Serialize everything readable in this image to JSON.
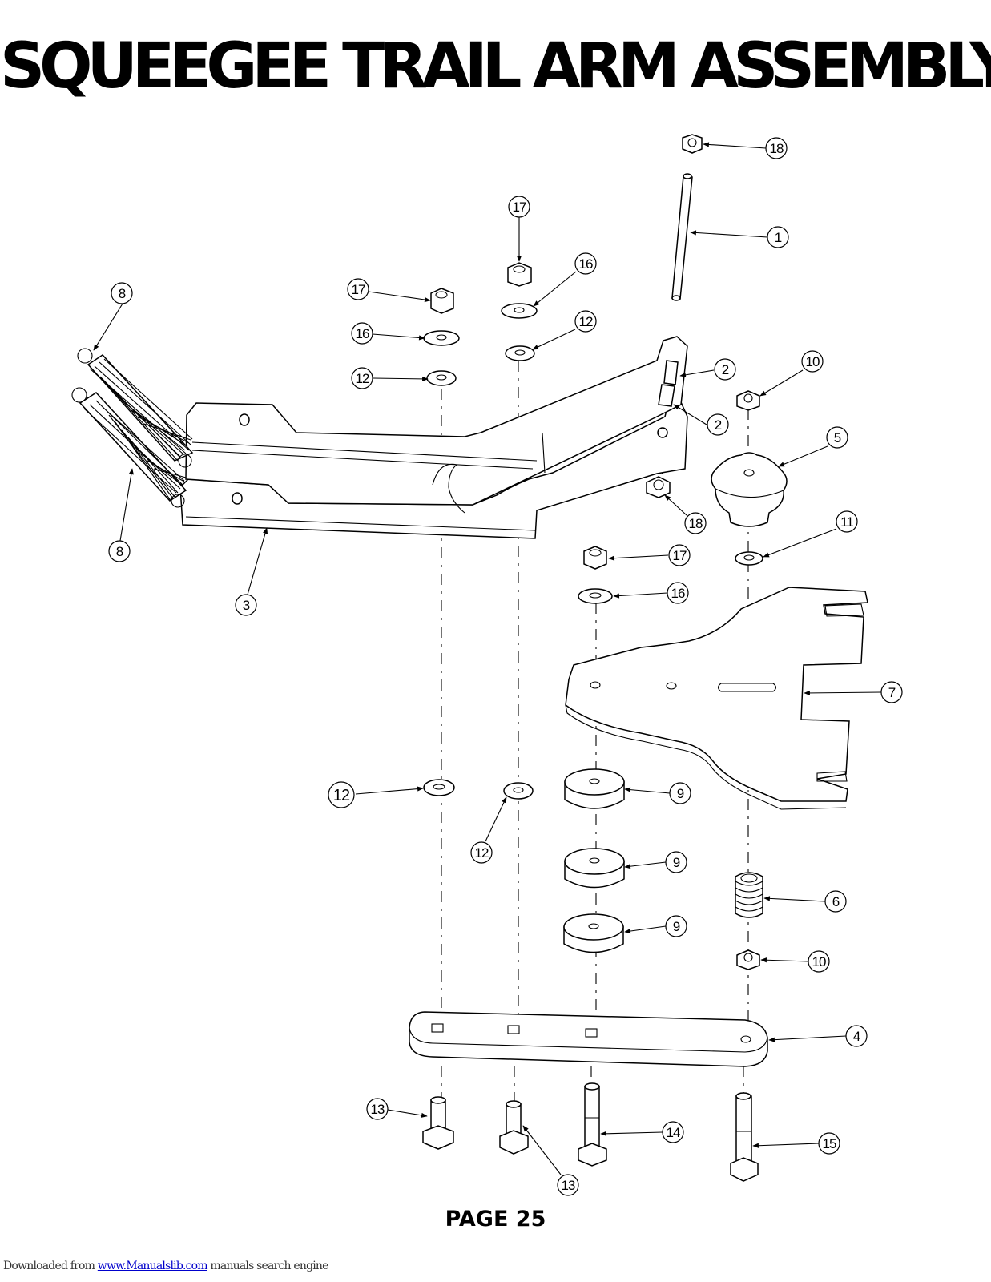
{
  "title": "SQUEEGEE TRAIL ARM ASSEMBLY",
  "page_label": "PAGE 25",
  "footer": {
    "prefix": "Downloaded from ",
    "link_text": "www.Manualslib.com",
    "suffix": " manuals search engine"
  },
  "callout_numbers": [
    "1",
    "2",
    "3",
    "4",
    "5",
    "6",
    "7",
    "8",
    "9",
    "10",
    "11",
    "12",
    "13",
    "14",
    "15",
    "16",
    "17",
    "18"
  ],
  "callouts": [
    {
      "num": "18"
    },
    {
      "num": "1"
    },
    {
      "num": "17"
    },
    {
      "num": "16"
    },
    {
      "num": "12"
    },
    {
      "num": "8"
    },
    {
      "num": "17"
    },
    {
      "num": "16"
    },
    {
      "num": "12"
    },
    {
      "num": "2"
    },
    {
      "num": "2"
    },
    {
      "num": "10"
    },
    {
      "num": "5"
    },
    {
      "num": "18"
    },
    {
      "num": "8"
    },
    {
      "num": "3"
    },
    {
      "num": "11"
    },
    {
      "num": "17"
    },
    {
      "num": "16"
    },
    {
      "num": "7"
    },
    {
      "num": "12"
    },
    {
      "num": "12"
    },
    {
      "num": "9"
    },
    {
      "num": "9"
    },
    {
      "num": "9"
    },
    {
      "num": "6"
    },
    {
      "num": "10"
    },
    {
      "num": "4"
    },
    {
      "num": "13"
    },
    {
      "num": "14"
    },
    {
      "num": "15"
    },
    {
      "num": "13"
    }
  ]
}
